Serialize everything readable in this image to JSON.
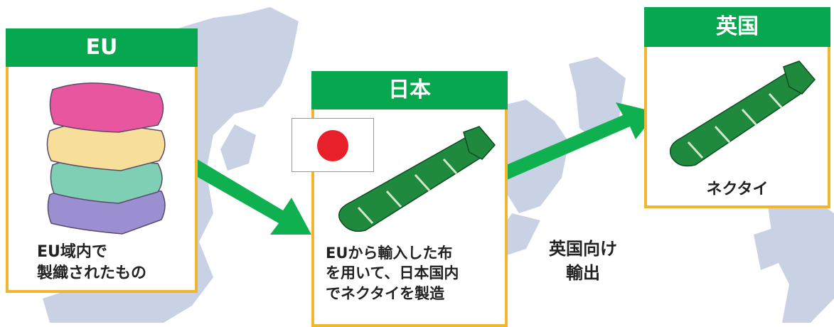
{
  "colors": {
    "header_green": "#07a74f",
    "card_border": "#f0b630",
    "arrow_green": "#0fb050",
    "map_land": "#c9d2e4",
    "flag_red": "#e8202a"
  },
  "eu_card": {
    "title": "EU",
    "caption_line1": "EU域内で",
    "caption_line2": "製織されたもの",
    "illustration": "folded-fabric-stack-icon"
  },
  "japan_card": {
    "title": "日本",
    "caption_line1": "EUから輸入した布",
    "caption_line2": "を用いて、日本国内",
    "caption_line3": "でネクタイを製造",
    "illustration": "striped-necktie-icon",
    "flag": "japan-flag-icon"
  },
  "uk_card": {
    "title": "英国",
    "caption": "ネクタイ",
    "illustration": "striped-necktie-icon"
  },
  "export_label": {
    "line1": "英国向け",
    "line2": "輸出"
  }
}
